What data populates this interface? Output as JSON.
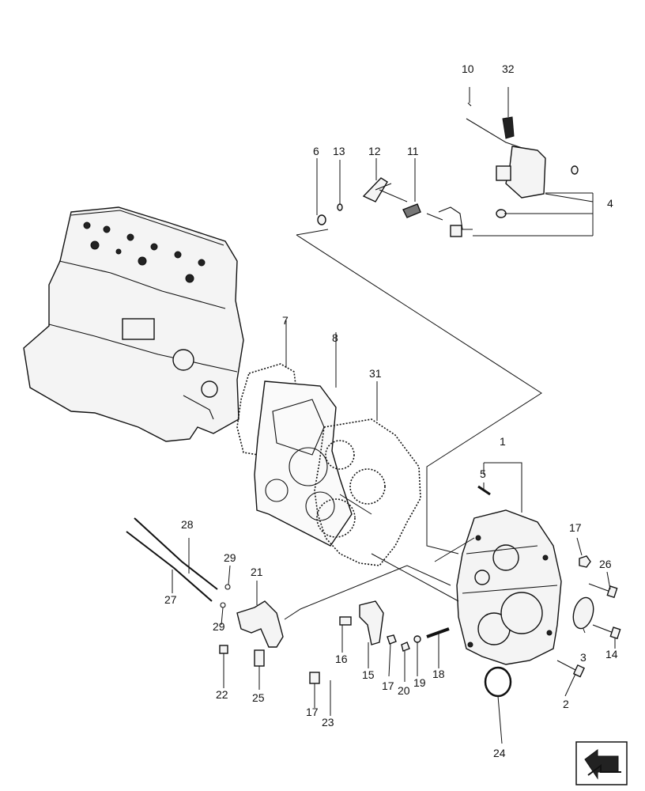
{
  "callouts": [
    "10",
    "32",
    "6",
    "13",
    "12",
    "11",
    "4",
    "7",
    "8",
    "31",
    "1",
    "5",
    "17",
    "26",
    "3",
    "14",
    "2",
    "24",
    "28",
    "29",
    "21",
    "27",
    "29",
    "22",
    "25",
    "17",
    "23",
    "16",
    "15",
    "17",
    "20",
    "19",
    "18"
  ],
  "icons": {
    "nav": "page-arrow-icon"
  }
}
